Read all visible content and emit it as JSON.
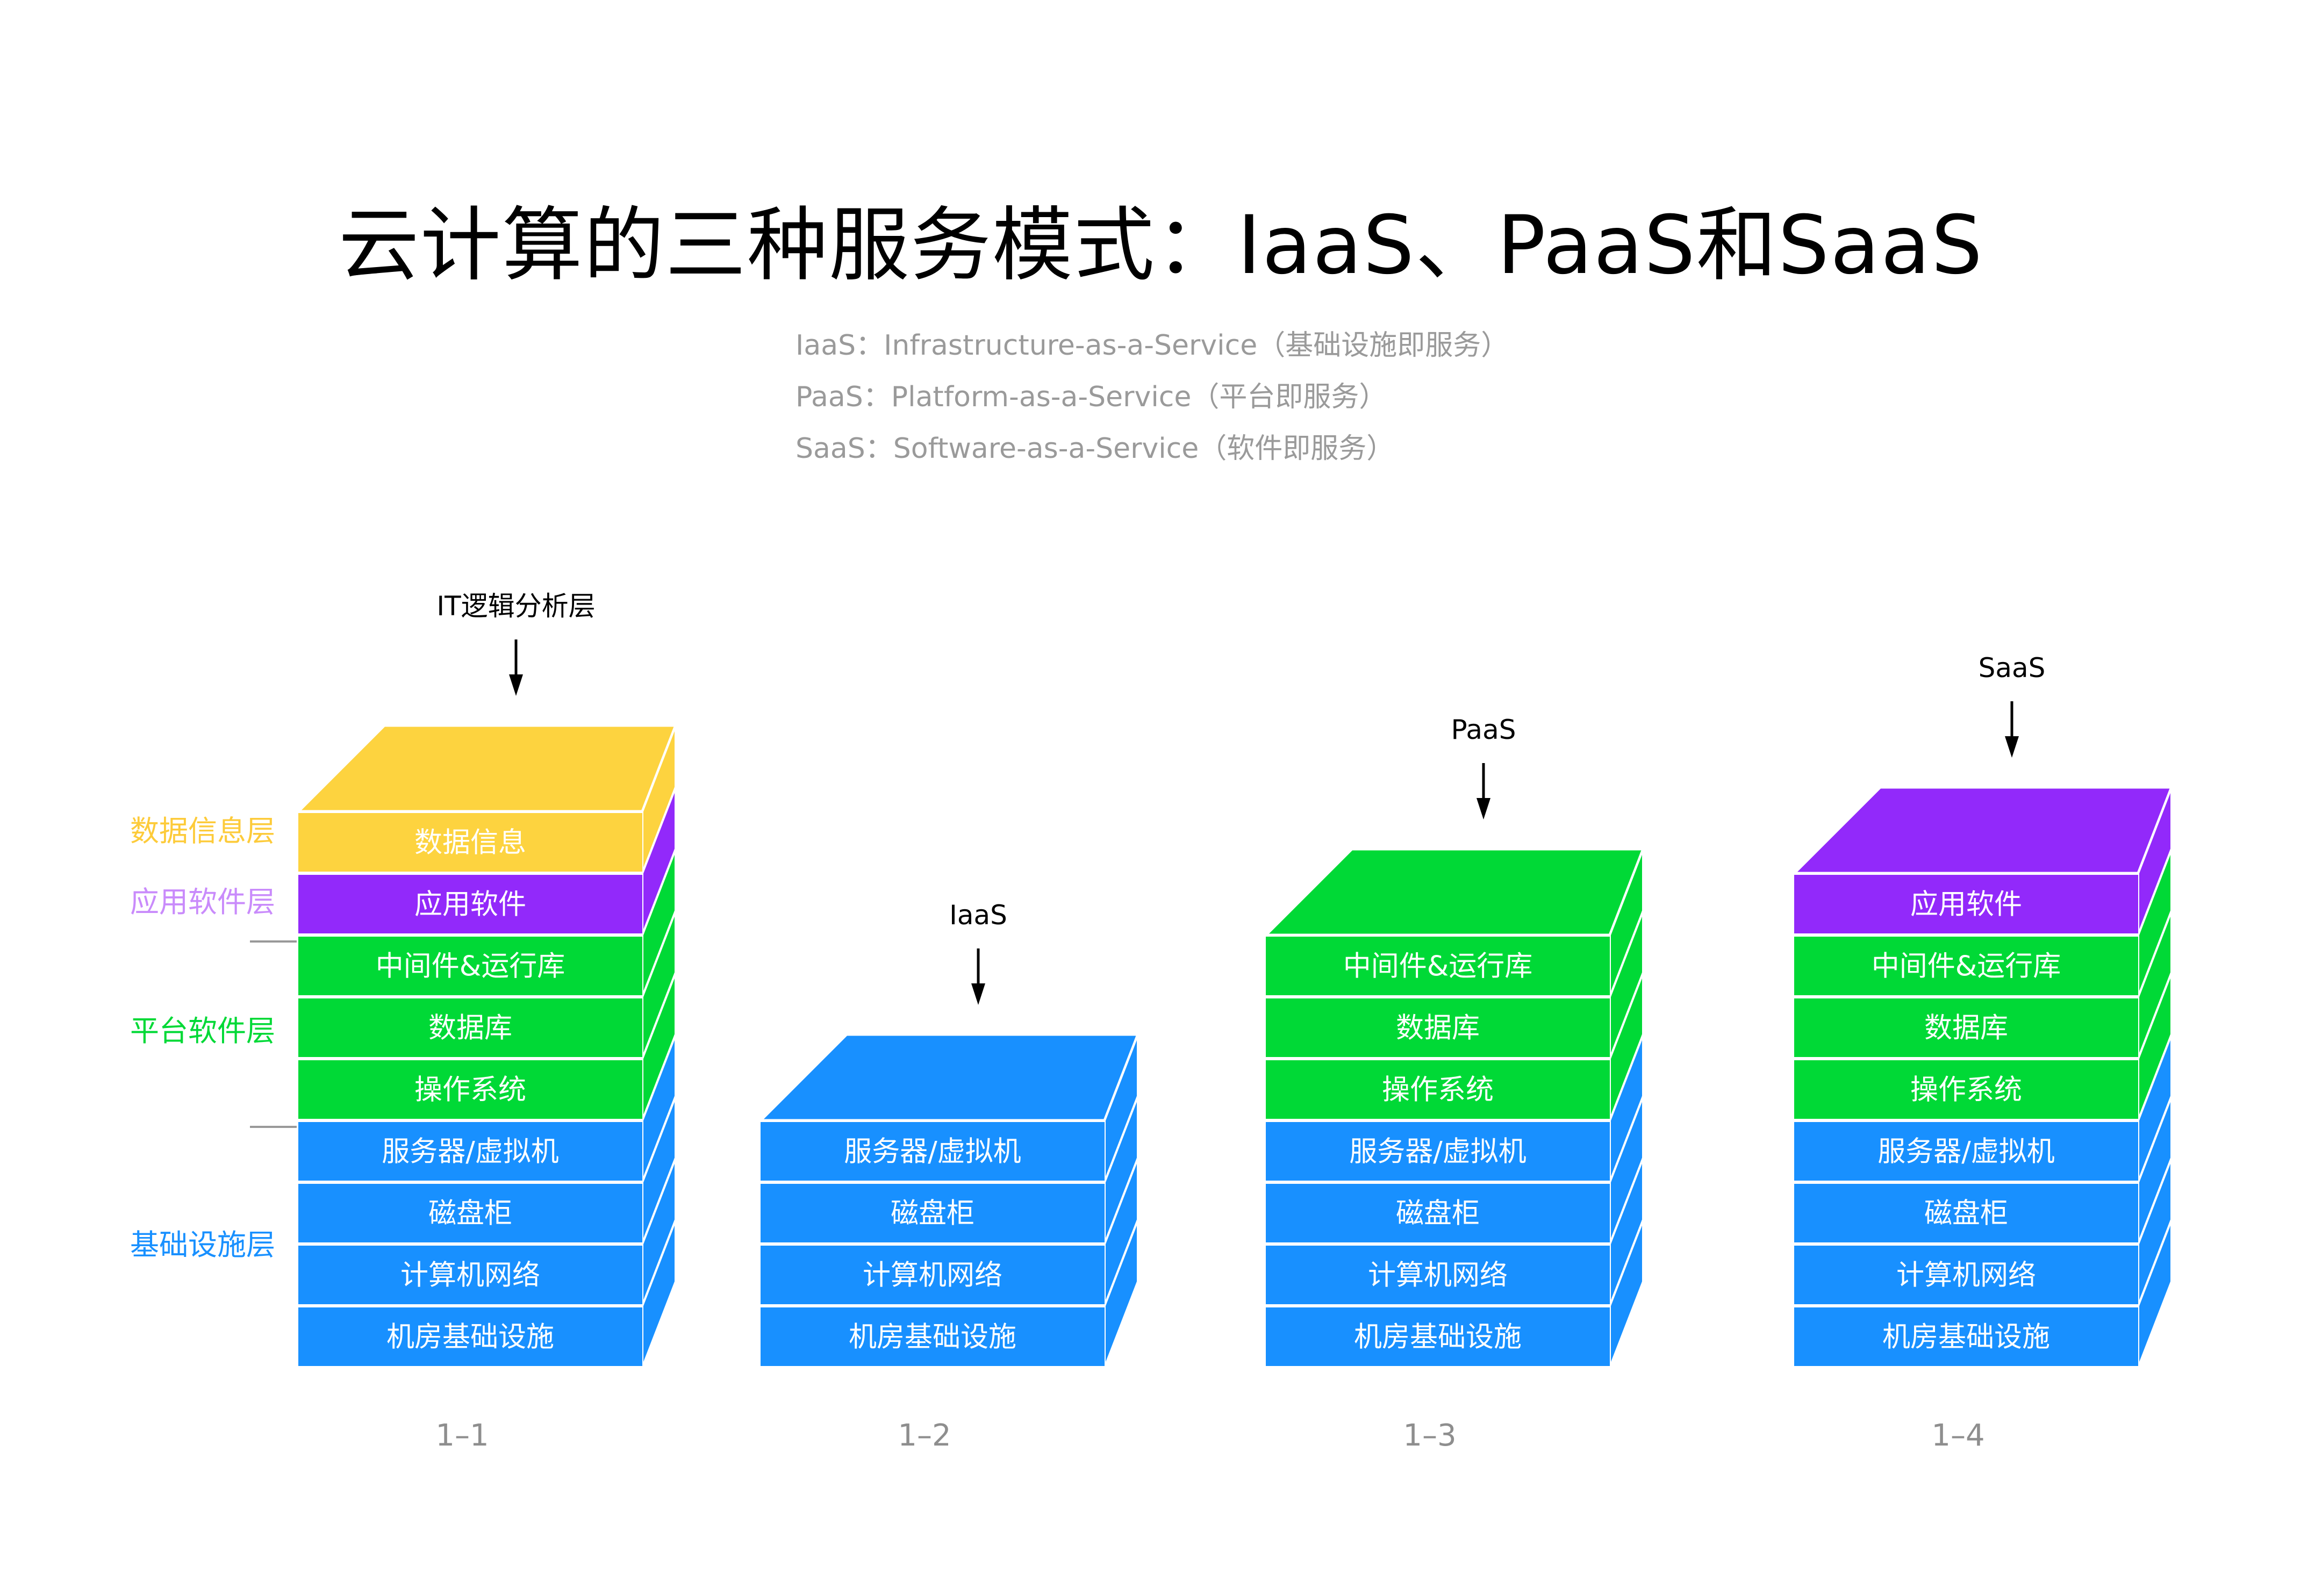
{
  "title": "云计算的三种服务模式：IaaS、PaaS和SaaS",
  "definitions": [
    "IaaS：Infrastructure-as-a-Service（基础设施即服务）",
    "PaaS：Platform-as-a-Service（平台即服务）",
    "SaaS：Software-as-a-Service（软件即服务）"
  ],
  "colors": {
    "data": "#FDD33F",
    "app": "#9229FA",
    "platform": "#00D936",
    "infra": "#1890FF",
    "caption": "#8E8E8E",
    "divider": "#999999"
  },
  "side_labels": [
    {
      "text": "数据信息层",
      "category": "data"
    },
    {
      "text": "应用软件层",
      "category": "app"
    },
    {
      "text": "平台软件层",
      "category": "platform"
    },
    {
      "text": "基础设施层",
      "category": "infra"
    }
  ],
  "stacks": [
    {
      "id": "1-1",
      "caption": "1–1",
      "callout": "IT逻辑分析层",
      "layers": [
        {
          "text": "数据信息",
          "category": "data"
        },
        {
          "text": "应用软件",
          "category": "app"
        },
        {
          "text": "中间件&运行库",
          "category": "platform"
        },
        {
          "text": "数据库",
          "category": "platform"
        },
        {
          "text": "操作系统",
          "category": "platform"
        },
        {
          "text": "服务器/虚拟机",
          "category": "infra"
        },
        {
          "text": "磁盘柜",
          "category": "infra"
        },
        {
          "text": "计算机网络",
          "category": "infra"
        },
        {
          "text": "机房基础设施",
          "category": "infra"
        }
      ]
    },
    {
      "id": "1-2",
      "caption": "1–2",
      "callout": "IaaS",
      "layers": [
        {
          "text": "服务器/虚拟机",
          "category": "infra"
        },
        {
          "text": "磁盘柜",
          "category": "infra"
        },
        {
          "text": "计算机网络",
          "category": "infra"
        },
        {
          "text": "机房基础设施",
          "category": "infra"
        }
      ]
    },
    {
      "id": "1-3",
      "caption": "1–3",
      "callout": "PaaS",
      "layers": [
        {
          "text": "中间件&运行库",
          "category": "platform"
        },
        {
          "text": "数据库",
          "category": "platform"
        },
        {
          "text": "操作系统",
          "category": "platform"
        },
        {
          "text": "服务器/虚拟机",
          "category": "infra"
        },
        {
          "text": "磁盘柜",
          "category": "infra"
        },
        {
          "text": "计算机网络",
          "category": "infra"
        },
        {
          "text": "机房基础设施",
          "category": "infra"
        }
      ]
    },
    {
      "id": "1-4",
      "caption": "1–4",
      "callout": "SaaS",
      "layers": [
        {
          "text": "应用软件",
          "category": "app"
        },
        {
          "text": "中间件&运行库",
          "category": "platform"
        },
        {
          "text": "数据库",
          "category": "platform"
        },
        {
          "text": "操作系统",
          "category": "platform"
        },
        {
          "text": "服务器/虚拟机",
          "category": "infra"
        },
        {
          "text": "磁盘柜",
          "category": "infra"
        },
        {
          "text": "计算机网络",
          "category": "infra"
        },
        {
          "text": "机房基础设施",
          "category": "infra"
        }
      ]
    }
  ]
}
